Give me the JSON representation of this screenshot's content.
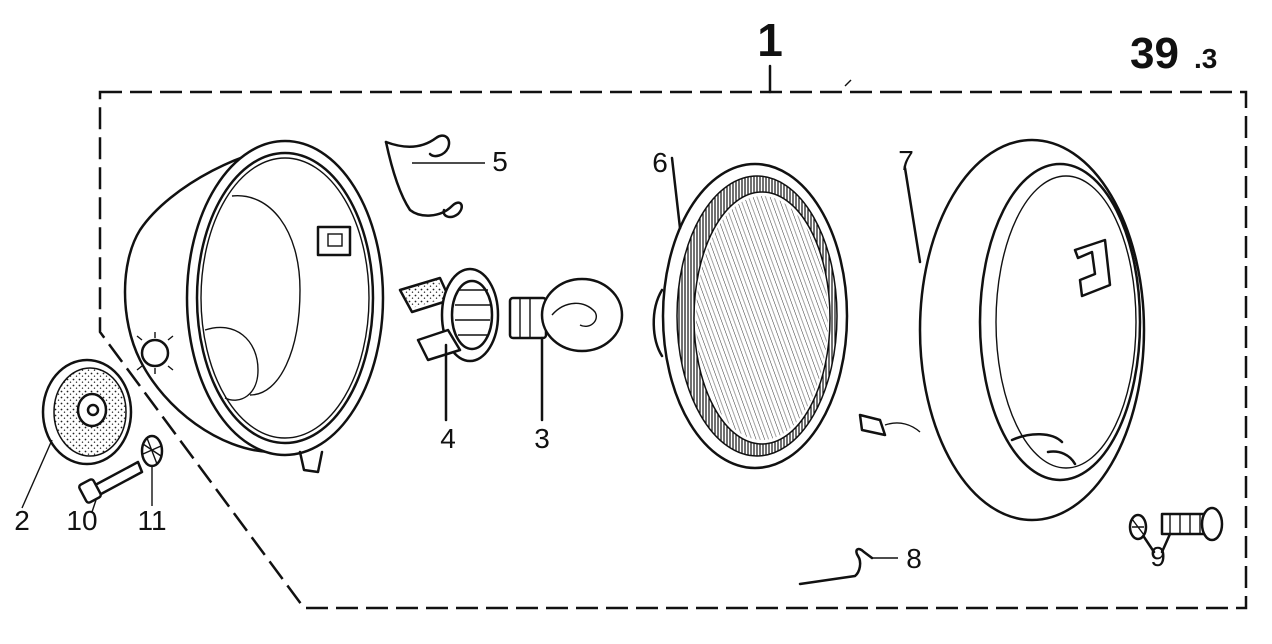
{
  "page_ref": {
    "main": "39",
    "sub": ".3"
  },
  "assembly_label": "1",
  "callouts": {
    "c2": "2",
    "c3": "3",
    "c4": "4",
    "c5": "5",
    "c6": "6",
    "c7": "7",
    "c8": "8",
    "c9": "9",
    "c10": "10",
    "c11": "11"
  }
}
